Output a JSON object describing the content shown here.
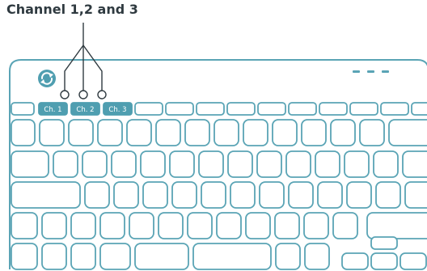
{
  "title": "Channel 1,2 and 3",
  "channel_keys": [
    {
      "label": "Ch. 1"
    },
    {
      "label": "Ch. 2"
    },
    {
      "label": "Ch. 3"
    }
  ],
  "colors": {
    "outline": "#5aa4b5",
    "channel_key_fill": "#4f9eb0",
    "title_text": "#2f3a40"
  },
  "icons": {
    "sync": "sync-icon"
  },
  "status_led_count": 3
}
